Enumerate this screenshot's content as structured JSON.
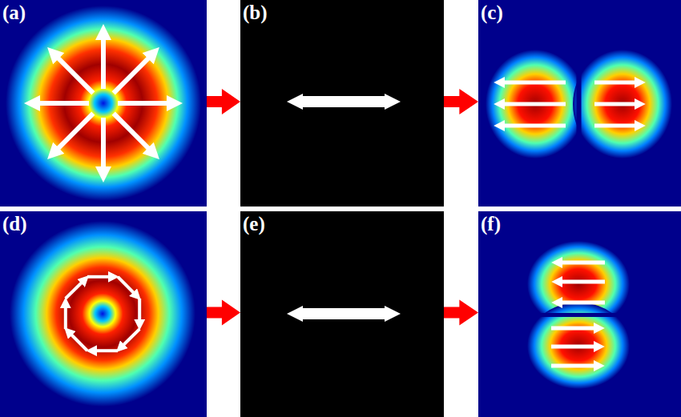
{
  "diagram": {
    "nodes": [
      {
        "text": [
          "(a)"
        ]
      },
      {
        "text": [
          "(b)"
        ]
      },
      {
        "text": [
          "(c)"
        ]
      },
      {
        "text": [
          "(d)"
        ]
      },
      {
        "text": [
          "(e)"
        ]
      },
      {
        "text": [
          "(f)"
        ]
      }
    ],
    "edges": [
      {
        "from": 0,
        "to": 1,
        "arrow": "to"
      },
      {
        "from": 1,
        "to": 2,
        "arrow": "to"
      },
      {
        "from": 3,
        "to": 4,
        "arrow": "to"
      },
      {
        "from": 4,
        "to": 5,
        "arrow": "to"
      }
    ]
  }
}
